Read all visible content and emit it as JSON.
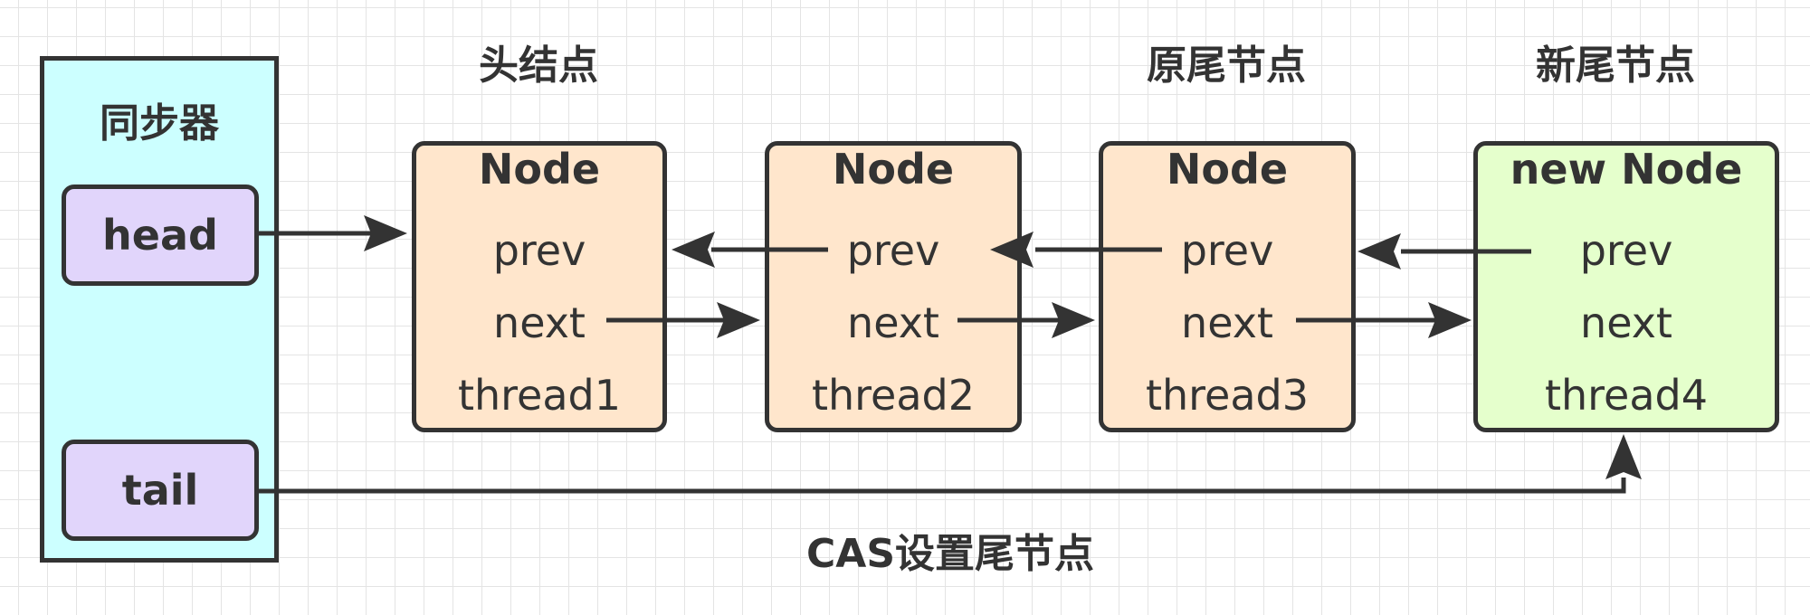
{
  "synchronizer": {
    "title": "同步器",
    "head_label": "head",
    "tail_label": "tail"
  },
  "headings": {
    "head_node": "头结点",
    "old_tail": "原尾节点",
    "new_tail": "新尾节点"
  },
  "nodes": [
    {
      "title": "Node",
      "prev": "prev",
      "next": "next",
      "thread": "thread1"
    },
    {
      "title": "Node",
      "prev": "prev",
      "next": "next",
      "thread": "thread2"
    },
    {
      "title": "Node",
      "prev": "prev",
      "next": "next",
      "thread": "thread3"
    },
    {
      "title": "new Node",
      "prev": "prev",
      "next": "next",
      "thread": "thread4"
    }
  ],
  "cas_label": "CAS设置尾节点",
  "colors": {
    "synchronizer_fill": "#ccffff",
    "pointer_fill": "#e1d5fb",
    "node_fill": "#ffe6cc",
    "new_node_fill": "#e5ffcc",
    "stroke": "#333333"
  }
}
